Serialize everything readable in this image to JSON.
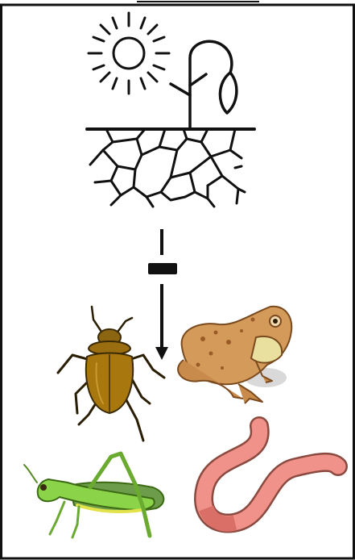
{
  "figure": {
    "panels": [
      {
        "name": "drought-scene",
        "elements": [
          "sun-icon",
          "wilted-plant-icon",
          "cracked-soil-icon"
        ]
      },
      {
        "name": "inhibition-arrow",
        "elements": [
          "inhibition-bar",
          "down-arrow"
        ]
      },
      {
        "name": "organisms",
        "elements": [
          "beetle-icon",
          "frog-icon",
          "grasshopper-icon",
          "earthworm-icon"
        ]
      }
    ],
    "colors": {
      "line": "#111111",
      "beetle": "#A8780E",
      "frog": "#D39A5A",
      "grasshopper": "#8BD44A",
      "earthworm": "#F0928A"
    }
  }
}
